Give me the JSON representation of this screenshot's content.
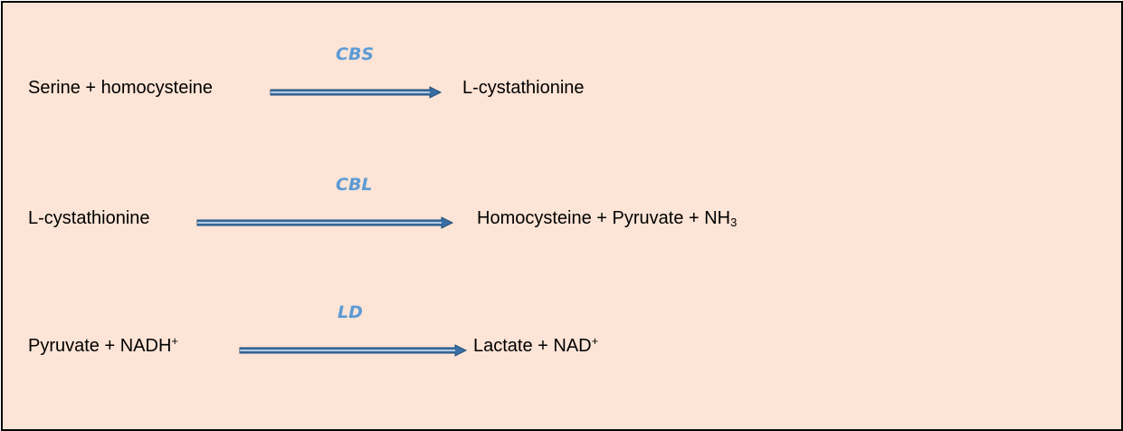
{
  "reactions": [
    {
      "enzyme": "CBS",
      "substrates": "Serine +  homocysteine",
      "product_main": "L-cystathionine",
      "product_sub": "",
      "product_sup": ""
    },
    {
      "enzyme": "CBL",
      "substrates_main": "L-cystathionine",
      "product_main": "Homocysteine + Pyruvate + NH",
      "product_sub": "3"
    },
    {
      "enzyme": "LD",
      "substrates_main": "Pyruvate + NADH",
      "substrates_sup": "+",
      "product_main": "Lactate + NAD",
      "product_sup": "+"
    }
  ],
  "colors": {
    "background": "#fce4d6",
    "border": "#000000",
    "enzyme": "#5b9bd5",
    "arrow_fill": "#3a6ea5",
    "arrow_edge": "#1f4e79"
  }
}
